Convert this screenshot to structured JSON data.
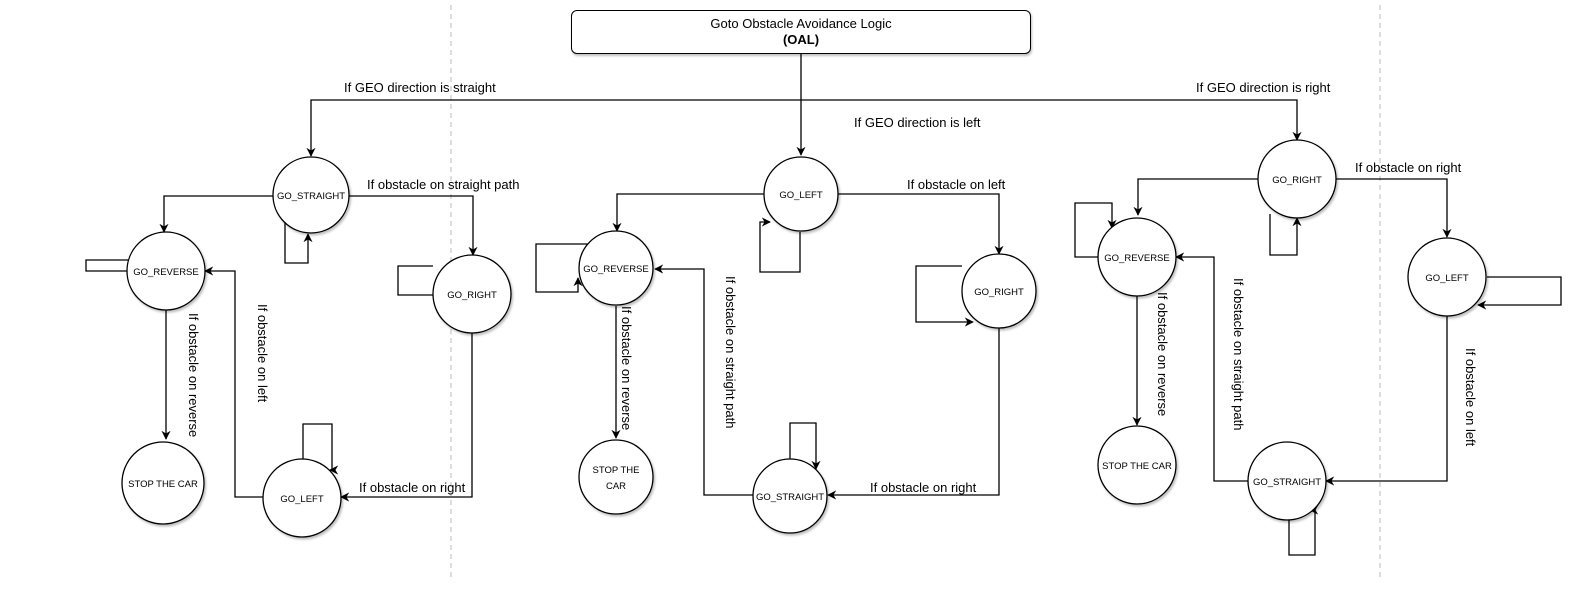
{
  "root": {
    "title": "Goto Obstacle Avoidance Logic",
    "subtitle": "(OAL)"
  },
  "branches": {
    "straight": "If GEO direction is straight",
    "left": "If GEO direction is left",
    "right": "If GEO direction is right"
  },
  "nodes": {
    "go_straight": "GO_STRAIGHT",
    "go_left": "GO_LEFT",
    "go_right": "GO_RIGHT",
    "go_reverse": "GO_REVERSE",
    "stop_car": "STOP THE CAR",
    "stop_the": "STOP THE",
    "car": "CAR"
  },
  "edges": {
    "obstacle_straight_path": "If obstacle on straight path",
    "obstacle_left": "If obstacle on left",
    "obstacle_right": "If obstacle on right",
    "obstacle_reverse": "If obstacle on reverse"
  }
}
